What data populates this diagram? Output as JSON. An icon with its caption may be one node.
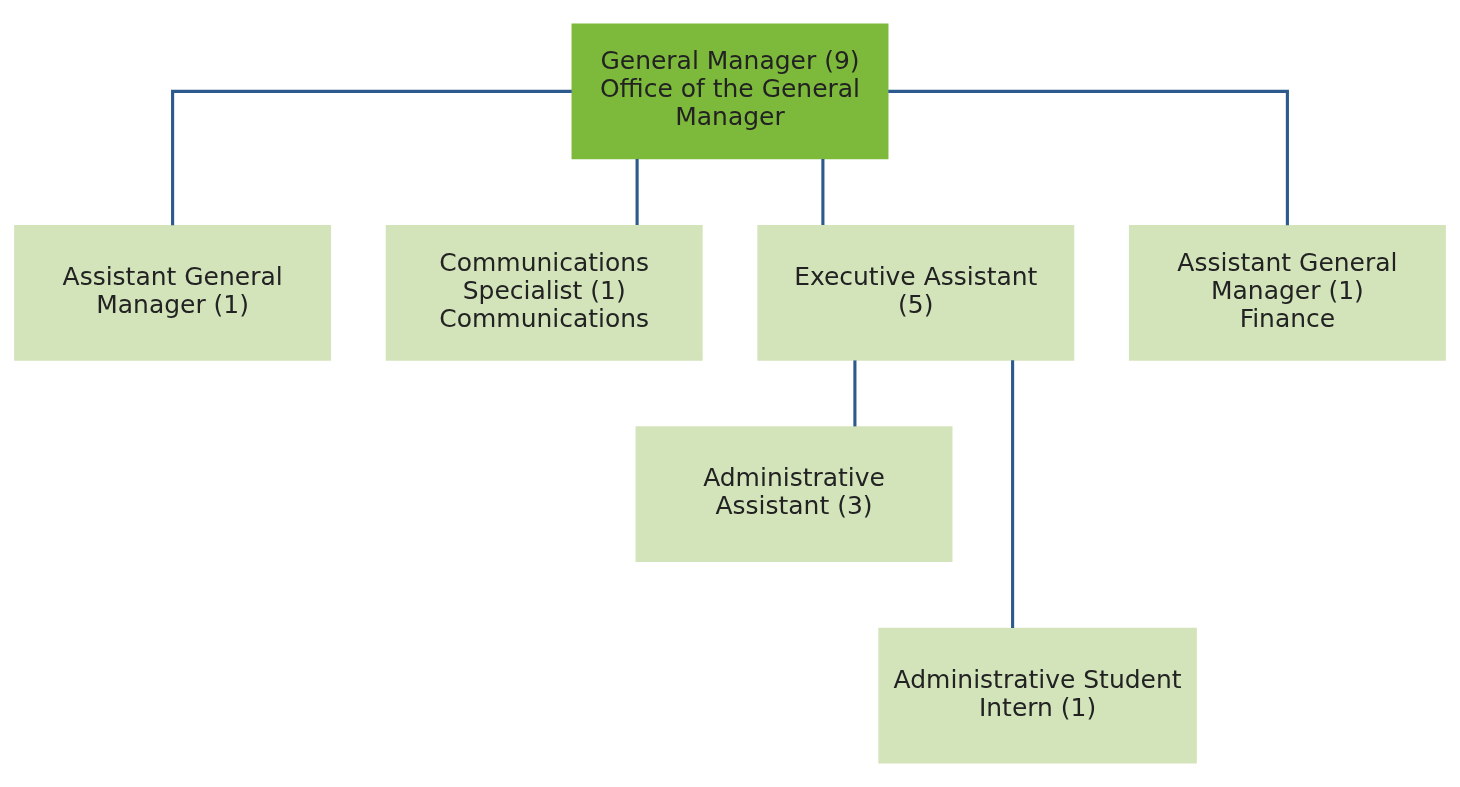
{
  "diagram": {
    "nodes": [
      {
        "text": [
          "General Manager (9)",
          "Office of the General Manager"
        ]
      },
      {
        "text": [
          "Assistant General Manager (1)"
        ]
      },
      {
        "text": [
          "Communications Specialist (1)",
          "Communications"
        ]
      },
      {
        "text": [
          "Executive Assistant (5)"
        ]
      },
      {
        "text": [
          "Administrative Assistant (3)"
        ]
      },
      {
        "text": [
          "Administrative Student Intern (1)"
        ]
      },
      {
        "text": [
          "Assistant General Manager (1)",
          "Finance"
        ]
      }
    ],
    "edges": [
      {
        "from": 0,
        "to": 1,
        "arrow": "none"
      },
      {
        "from": 0,
        "to": 2,
        "arrow": "none"
      },
      {
        "from": 0,
        "to": 3,
        "arrow": "none"
      },
      {
        "from": 0,
        "to": 6,
        "arrow": "none"
      },
      {
        "from": 3,
        "to": 4,
        "arrow": "none"
      },
      {
        "from": 3,
        "to": 5,
        "arrow": "none"
      }
    ]
  }
}
